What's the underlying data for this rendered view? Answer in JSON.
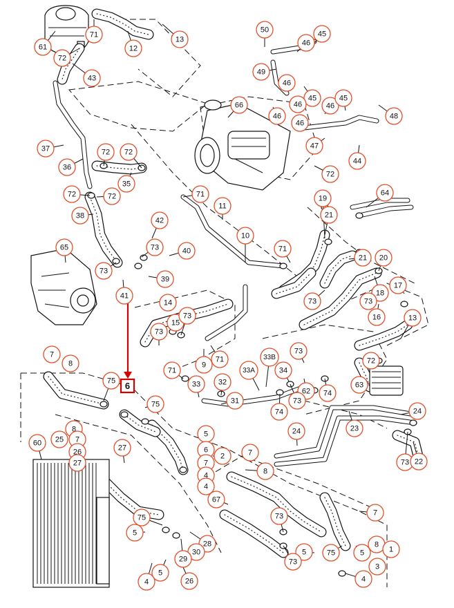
{
  "highlight": {
    "label": "6"
  },
  "callouts": [
    {
      "label": "61",
      "name": "callout-61"
    },
    {
      "label": "71",
      "name": "callout-71-a"
    },
    {
      "label": "12",
      "name": "callout-12"
    },
    {
      "label": "13",
      "name": "callout-13-a"
    },
    {
      "label": "72",
      "name": "callout-72-a"
    },
    {
      "label": "43",
      "name": "callout-43"
    },
    {
      "label": "50",
      "name": "callout-50"
    },
    {
      "label": "46",
      "name": "callout-46-a"
    },
    {
      "label": "45",
      "name": "callout-45-a"
    },
    {
      "label": "49",
      "name": "callout-49"
    },
    {
      "label": "46",
      "name": "callout-46-b"
    },
    {
      "label": "45",
      "name": "callout-45-b"
    },
    {
      "label": "46",
      "name": "callout-46-c"
    },
    {
      "label": "46",
      "name": "callout-46-d"
    },
    {
      "label": "45",
      "name": "callout-45-c"
    },
    {
      "label": "66",
      "name": "callout-66"
    },
    {
      "label": "46",
      "name": "callout-46-e"
    },
    {
      "label": "48",
      "name": "callout-48"
    },
    {
      "label": "46",
      "name": "callout-46-f"
    },
    {
      "label": "47",
      "name": "callout-47"
    },
    {
      "label": "44",
      "name": "callout-44"
    },
    {
      "label": "72",
      "name": "callout-72-b"
    },
    {
      "label": "37",
      "name": "callout-37"
    },
    {
      "label": "72",
      "name": "callout-72-c"
    },
    {
      "label": "72",
      "name": "callout-72-d"
    },
    {
      "label": "36",
      "name": "callout-36"
    },
    {
      "label": "35",
      "name": "callout-35"
    },
    {
      "label": "72",
      "name": "callout-72-e"
    },
    {
      "label": "72",
      "name": "callout-72-f"
    },
    {
      "label": "71",
      "name": "callout-71-b"
    },
    {
      "label": "11",
      "name": "callout-11"
    },
    {
      "label": "19",
      "name": "callout-19"
    },
    {
      "label": "64",
      "name": "callout-64"
    },
    {
      "label": "38",
      "name": "callout-38"
    },
    {
      "label": "42",
      "name": "callout-42"
    },
    {
      "label": "21",
      "name": "callout-21-a"
    },
    {
      "label": "10",
      "name": "callout-10"
    },
    {
      "label": "65",
      "name": "callout-65"
    },
    {
      "label": "73",
      "name": "callout-73-a"
    },
    {
      "label": "40",
      "name": "callout-40"
    },
    {
      "label": "71",
      "name": "callout-71-c"
    },
    {
      "label": "21",
      "name": "callout-21-b"
    },
    {
      "label": "20",
      "name": "callout-20"
    },
    {
      "label": "73",
      "name": "callout-73-b"
    },
    {
      "label": "39",
      "name": "callout-39"
    },
    {
      "label": "18",
      "name": "callout-18"
    },
    {
      "label": "17",
      "name": "callout-17"
    },
    {
      "label": "41",
      "name": "callout-41"
    },
    {
      "label": "73",
      "name": "callout-73-c"
    },
    {
      "label": "73",
      "name": "callout-73-d"
    },
    {
      "label": "14",
      "name": "callout-14"
    },
    {
      "label": "16",
      "name": "callout-16"
    },
    {
      "label": "15",
      "name": "callout-15"
    },
    {
      "label": "73",
      "name": "callout-73-e"
    },
    {
      "label": "13",
      "name": "callout-13-b"
    },
    {
      "label": "73",
      "name": "callout-73-f"
    },
    {
      "label": "7",
      "name": "callout-7-a"
    },
    {
      "label": "8",
      "name": "callout-8-a"
    },
    {
      "label": "9",
      "name": "callout-9"
    },
    {
      "label": "71",
      "name": "callout-71-d"
    },
    {
      "label": "73",
      "name": "callout-73-g"
    },
    {
      "label": "33B",
      "name": "callout-33b"
    },
    {
      "label": "71",
      "name": "callout-71-e"
    },
    {
      "label": "33A",
      "name": "callout-33a"
    },
    {
      "label": "34",
      "name": "callout-34"
    },
    {
      "label": "72",
      "name": "callout-72-g"
    },
    {
      "label": "75",
      "name": "callout-75-a"
    },
    {
      "label": "33",
      "name": "callout-33"
    },
    {
      "label": "32",
      "name": "callout-32"
    },
    {
      "label": "62",
      "name": "callout-62"
    },
    {
      "label": "63",
      "name": "callout-63"
    },
    {
      "label": "31",
      "name": "callout-31"
    },
    {
      "label": "73",
      "name": "callout-73-h"
    },
    {
      "label": "74",
      "name": "callout-74-a"
    },
    {
      "label": "74",
      "name": "callout-74-b"
    },
    {
      "label": "75",
      "name": "callout-75-b"
    },
    {
      "label": "24",
      "name": "callout-24-a"
    },
    {
      "label": "23",
      "name": "callout-23"
    },
    {
      "label": "8",
      "name": "callout-8-b"
    },
    {
      "label": "25",
      "name": "callout-25"
    },
    {
      "label": "7",
      "name": "callout-7-b"
    },
    {
      "label": "5",
      "name": "callout-5-a"
    },
    {
      "label": "24",
      "name": "callout-24-b"
    },
    {
      "label": "60",
      "name": "callout-60"
    },
    {
      "label": "26",
      "name": "callout-26-a"
    },
    {
      "label": "27",
      "name": "callout-27-a"
    },
    {
      "label": "27",
      "name": "callout-27-b"
    },
    {
      "label": "6",
      "name": "callout-6"
    },
    {
      "label": "7",
      "name": "callout-7-c"
    },
    {
      "label": "2",
      "name": "callout-2"
    },
    {
      "label": "7",
      "name": "callout-7-d"
    },
    {
      "label": "73",
      "name": "callout-73-i"
    },
    {
      "label": "22",
      "name": "callout-22"
    },
    {
      "label": "4",
      "name": "callout-4-a"
    },
    {
      "label": "4",
      "name": "callout-4-b"
    },
    {
      "label": "8",
      "name": "callout-8-c"
    },
    {
      "label": "67",
      "name": "callout-67"
    },
    {
      "label": "7",
      "name": "callout-7-e"
    },
    {
      "label": "75",
      "name": "callout-75-c"
    },
    {
      "label": "73",
      "name": "callout-73-j"
    },
    {
      "label": "5",
      "name": "callout-5-b"
    },
    {
      "label": "28",
      "name": "callout-28"
    },
    {
      "label": "8",
      "name": "callout-8-d"
    },
    {
      "label": "1",
      "name": "callout-1"
    },
    {
      "label": "30",
      "name": "callout-30"
    },
    {
      "label": "5",
      "name": "callout-5-c"
    },
    {
      "label": "75",
      "name": "callout-75-d"
    },
    {
      "label": "5",
      "name": "callout-5-d"
    },
    {
      "label": "29",
      "name": "callout-29"
    },
    {
      "label": "73",
      "name": "callout-73-k"
    },
    {
      "label": "3",
      "name": "callout-3"
    },
    {
      "label": "5",
      "name": "callout-5-e"
    },
    {
      "label": "4",
      "name": "callout-4-c"
    },
    {
      "label": "26",
      "name": "callout-26-b"
    },
    {
      "label": "4",
      "name": "callout-4-d"
    }
  ]
}
